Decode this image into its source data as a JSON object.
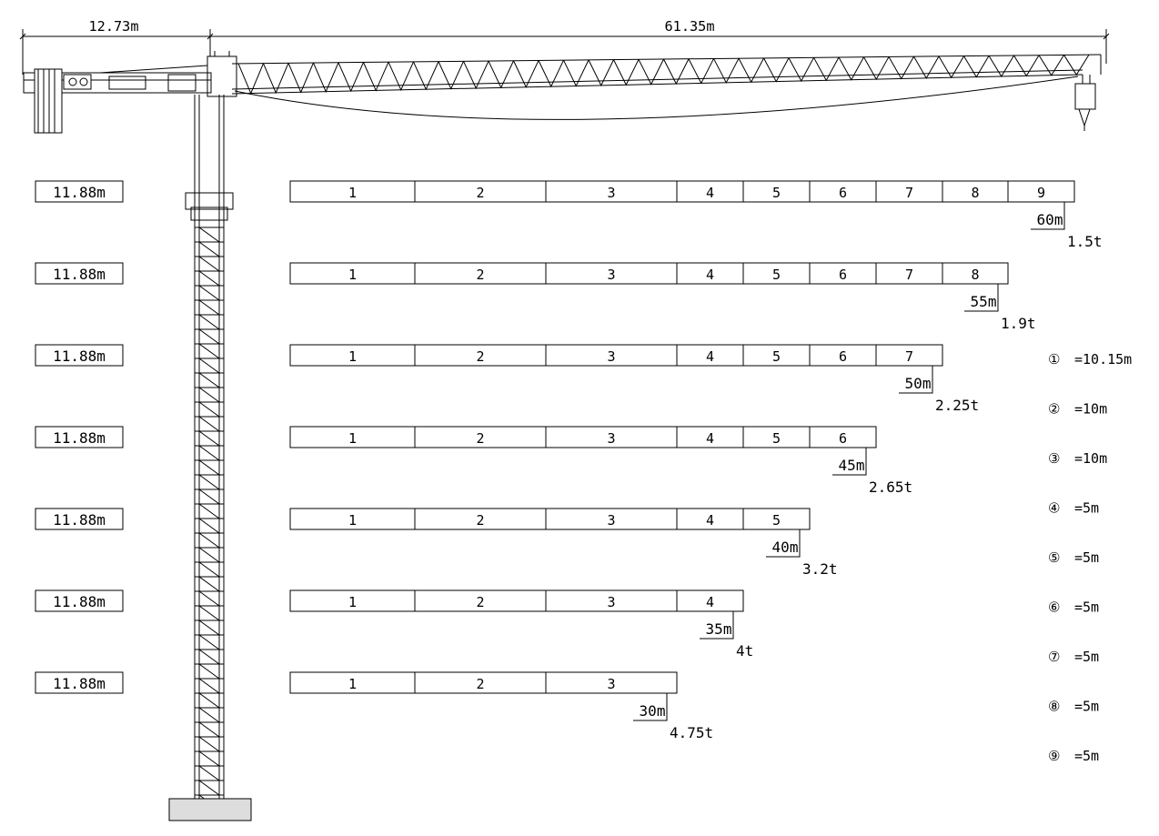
{
  "top_dims": {
    "counter_jib": "12.73m",
    "jib": "61.35m"
  },
  "counter_jib_label": "11.88m",
  "configs": [
    {
      "segments": [
        "1",
        "2",
        "3",
        "4",
        "5",
        "6",
        "7",
        "8",
        "9"
      ],
      "radius": "60m",
      "load": "1.5t"
    },
    {
      "segments": [
        "1",
        "2",
        "3",
        "4",
        "5",
        "6",
        "7",
        "8"
      ],
      "radius": "55m",
      "load": "1.9t"
    },
    {
      "segments": [
        "1",
        "2",
        "3",
        "4",
        "5",
        "6",
        "7"
      ],
      "radius": "50m",
      "load": "2.25t"
    },
    {
      "segments": [
        "1",
        "2",
        "3",
        "4",
        "5",
        "6"
      ],
      "radius": "45m",
      "load": "2.65t"
    },
    {
      "segments": [
        "1",
        "2",
        "3",
        "4",
        "5"
      ],
      "radius": "40m",
      "load": "3.2t"
    },
    {
      "segments": [
        "1",
        "2",
        "3",
        "4"
      ],
      "radius": "35m",
      "load": "4t"
    },
    {
      "segments": [
        "1",
        "2",
        "3"
      ],
      "radius": "30m",
      "load": "4.75t"
    }
  ],
  "legend": [
    {
      "symbol": "①",
      "value": "=10.15m"
    },
    {
      "symbol": "②",
      "value": "=10m"
    },
    {
      "symbol": "③",
      "value": "=10m"
    },
    {
      "symbol": "④",
      "value": "=5m"
    },
    {
      "symbol": "⑤",
      "value": "=5m"
    },
    {
      "symbol": "⑥",
      "value": "=5m"
    },
    {
      "symbol": "⑦",
      "value": "=5m"
    },
    {
      "symbol": "⑧",
      "value": "=5m"
    },
    {
      "symbol": "⑨",
      "value": "=5m"
    }
  ]
}
